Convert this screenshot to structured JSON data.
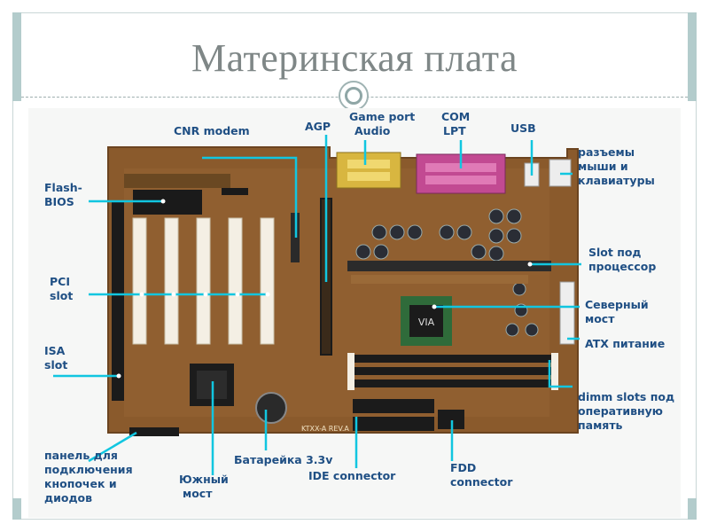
{
  "slide": {
    "title": "Материнская плата"
  },
  "colors": {
    "label_text": "#1f4f84",
    "leader_line": "#11c6e0",
    "board": "#8a5a2c",
    "frame_accent": "#b3cccc"
  },
  "labels": {
    "cnr_modem": "CNR modem",
    "agp": "AGP",
    "game_port_1": "Game port",
    "game_port_2": "Audio",
    "com_1": "COM",
    "com_2": "LPT",
    "usb": "USB",
    "mouse_kb_1": "разъемы",
    "mouse_kb_2": "мыши и",
    "mouse_kb_3": "клавиатуры",
    "flash_bios_1": "Flash-",
    "flash_bios_2": "BIOS",
    "pci_1": "PCI",
    "pci_2": "slot",
    "isa_1": "ISA",
    "isa_2": "slot",
    "cpu_slot_1": "Slot под",
    "cpu_slot_2": "процессор",
    "north_bridge_1": "Северный",
    "north_bridge_2": "мост",
    "atx_power": "ATX питание",
    "dimm_1": "dimm slots под",
    "dimm_2": "оперативную",
    "dimm_3": "память",
    "panel_1": "панель для",
    "panel_2": "подключения",
    "panel_3": "кнопочек и",
    "panel_4": "диодов",
    "south_bridge_1": "Южный",
    "south_bridge_2": "мост",
    "battery": "Батарейка 3.3v",
    "ide": "IDE connector",
    "fdd_1": "FDD",
    "fdd_2": "connector"
  },
  "board_text": {
    "model": "KTXX-A REV.A"
  }
}
